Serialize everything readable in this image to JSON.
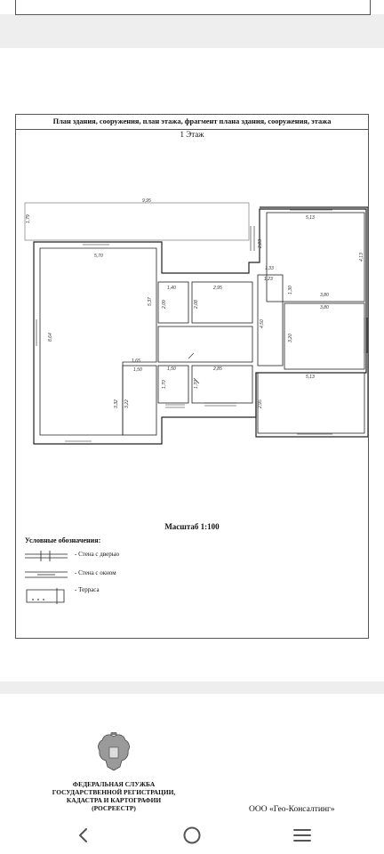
{
  "document": {
    "title": "План здания, сооружения, план этажа, фрагмент плана здания, сооружения, этажа",
    "floor": "1 Этаж",
    "scale": "Масштаб 1:100"
  },
  "dimensions": [
    "9,95",
    "1,79",
    "5,70",
    "8,64",
    "5,37",
    "1,40",
    "2,09",
    "2,08",
    "2,95",
    "1,65",
    "1,50",
    "3,32",
    "3,22",
    "1,50",
    "1,70",
    "1,70",
    "2,85",
    "5,13",
    "2,83",
    "4,13",
    "1,33",
    "1,23",
    "1,30",
    "3,80",
    "4,50",
    "3,80",
    "3,20",
    "5,13",
    "2,95"
  ],
  "legend": {
    "title": "Условные обозначения:",
    "items": [
      {
        "label": "- Стена с дверью",
        "icon": "door-wall-icon"
      },
      {
        "label": "- Стена с окном",
        "icon": "window-wall-icon"
      },
      {
        "label": "- Терраса",
        "icon": "terrace-icon"
      }
    ]
  },
  "footer": {
    "agency_lines": [
      "ФЕДЕРАЛЬНАЯ СЛУЖБА",
      "ГОСУДАРСТВЕННОЙ РЕГИСТРАЦИИ,",
      "КАДАСТРА И КАРТОГРАФИИ",
      "(РОСРЕЕСТР)"
    ],
    "company": "ООО «Гео-Консалтинг»",
    "emblem_icon": "double-headed-eagle-emblem"
  },
  "navbar": {
    "back_icon": "back-chevron-icon",
    "home_icon": "home-circle-icon",
    "menu_icon": "menu-lines-icon"
  }
}
